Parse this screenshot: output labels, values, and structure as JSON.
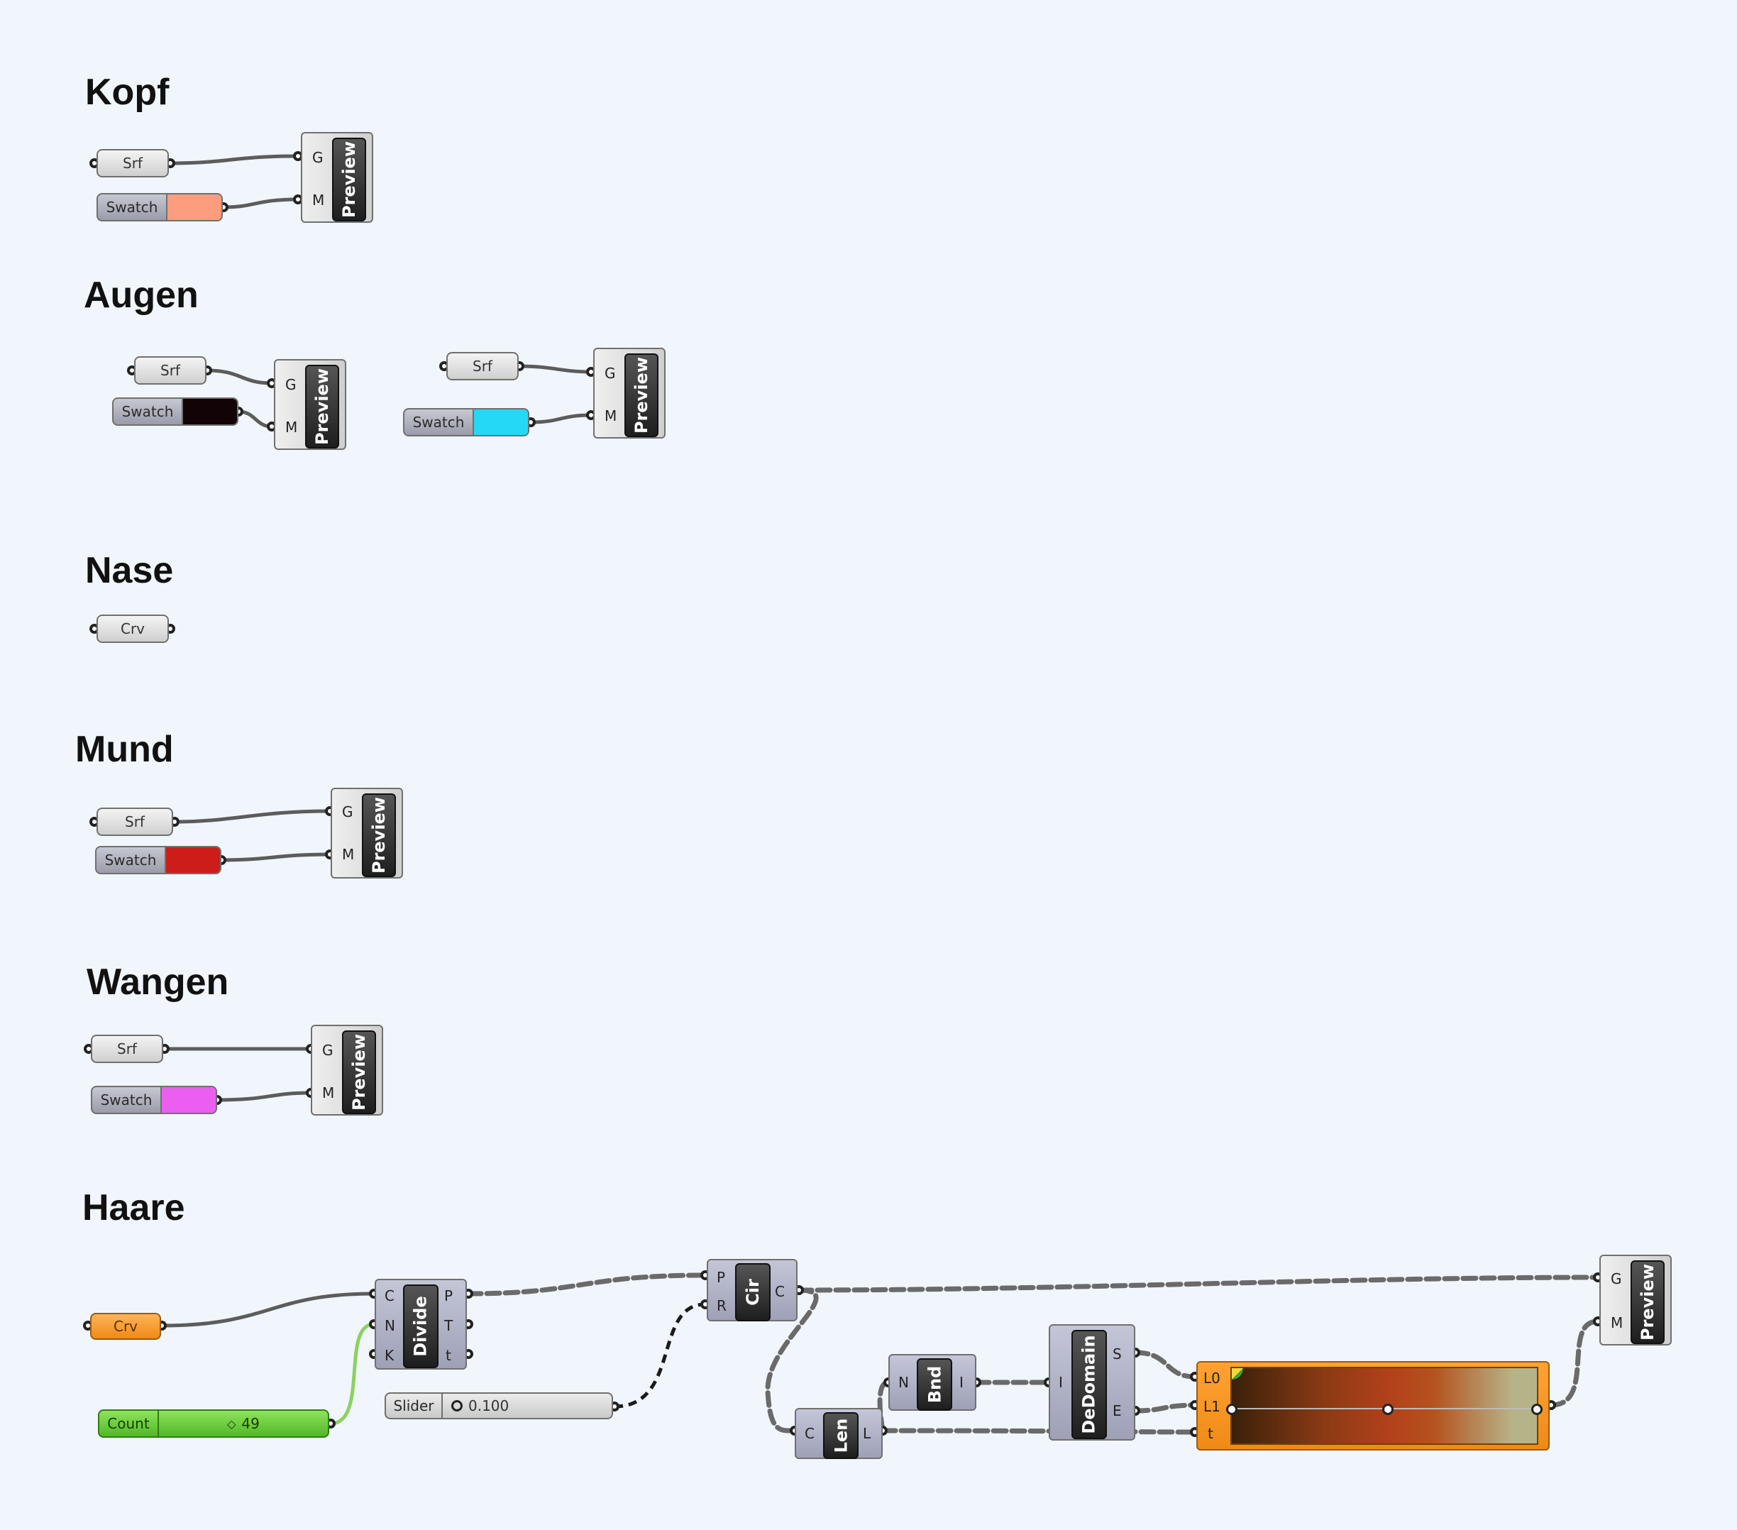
{
  "groups": {
    "kopf": {
      "title": "Kopf",
      "srf": "Srf",
      "swatch_label": "Swatch",
      "swatch_color": "#fc9d7e",
      "preview": "Preview",
      "pin_g": "G",
      "pin_m": "M"
    },
    "augen": {
      "title": "Augen",
      "left": {
        "srf": "Srf",
        "swatch_label": "Swatch",
        "swatch_color": "#120406",
        "preview": "Preview",
        "pin_g": "G",
        "pin_m": "M"
      },
      "right": {
        "srf": "Srf",
        "swatch_label": "Swatch",
        "swatch_color": "#25d8f5",
        "preview": "Preview",
        "pin_g": "G",
        "pin_m": "M"
      }
    },
    "nase": {
      "title": "Nase",
      "crv": "Crv"
    },
    "mund": {
      "title": "Mund",
      "srf": "Srf",
      "swatch_label": "Swatch",
      "swatch_color": "#cc1d19",
      "preview": "Preview",
      "pin_g": "G",
      "pin_m": "M"
    },
    "wangen": {
      "title": "Wangen",
      "srf": "Srf",
      "swatch_label": "Swatch",
      "swatch_color": "#ea5ff0",
      "preview": "Preview",
      "pin_g": "G",
      "pin_m": "M"
    },
    "haare": {
      "title": "Haare",
      "crv": "Crv",
      "count": {
        "label": "Count",
        "value": "49"
      },
      "slider": {
        "label": "Slider",
        "value": "0.100"
      },
      "divide": {
        "name": "Divide",
        "in": [
          "C",
          "N",
          "K"
        ],
        "out": [
          "P",
          "T",
          "t"
        ]
      },
      "cir": {
        "name": "Cir",
        "in": [
          "P",
          "R"
        ],
        "out": [
          "C"
        ]
      },
      "len": {
        "name": "Len",
        "in": [
          "C"
        ],
        "out": [
          "L"
        ]
      },
      "bnd": {
        "name": "Bnd",
        "in": [
          "N"
        ],
        "out": [
          "I"
        ]
      },
      "dedomain": {
        "name": "DeDomain",
        "in": [
          "I"
        ],
        "out": [
          "S",
          "E"
        ]
      },
      "gradient": {
        "in": [
          "L0",
          "L1",
          "t"
        ],
        "colors": [
          "#3a200a",
          "#b2411a",
          "#b5521e",
          "#b7b388"
        ]
      },
      "preview": {
        "name": "Preview",
        "pin_g": "G",
        "pin_m": "M"
      }
    }
  }
}
